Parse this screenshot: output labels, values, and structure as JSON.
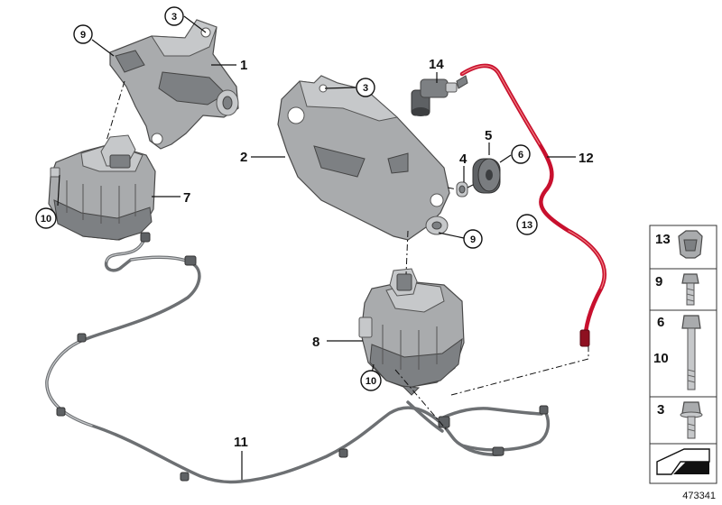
{
  "diagram": {
    "part_labels": {
      "p1": "1",
      "p2": "2",
      "p3a": "3",
      "p3b": "3",
      "p4": "4",
      "p5": "5",
      "p6": "6",
      "p7": "7",
      "p8": "8",
      "p9a": "9",
      "p9b": "9",
      "p10a": "10",
      "p10b": "10",
      "p11": "11",
      "p12": "12",
      "p13": "13",
      "p14": "14"
    },
    "legend": {
      "rows": [
        "13",
        "9",
        "6",
        "10",
        "3"
      ]
    },
    "diagram_id": "473341"
  }
}
